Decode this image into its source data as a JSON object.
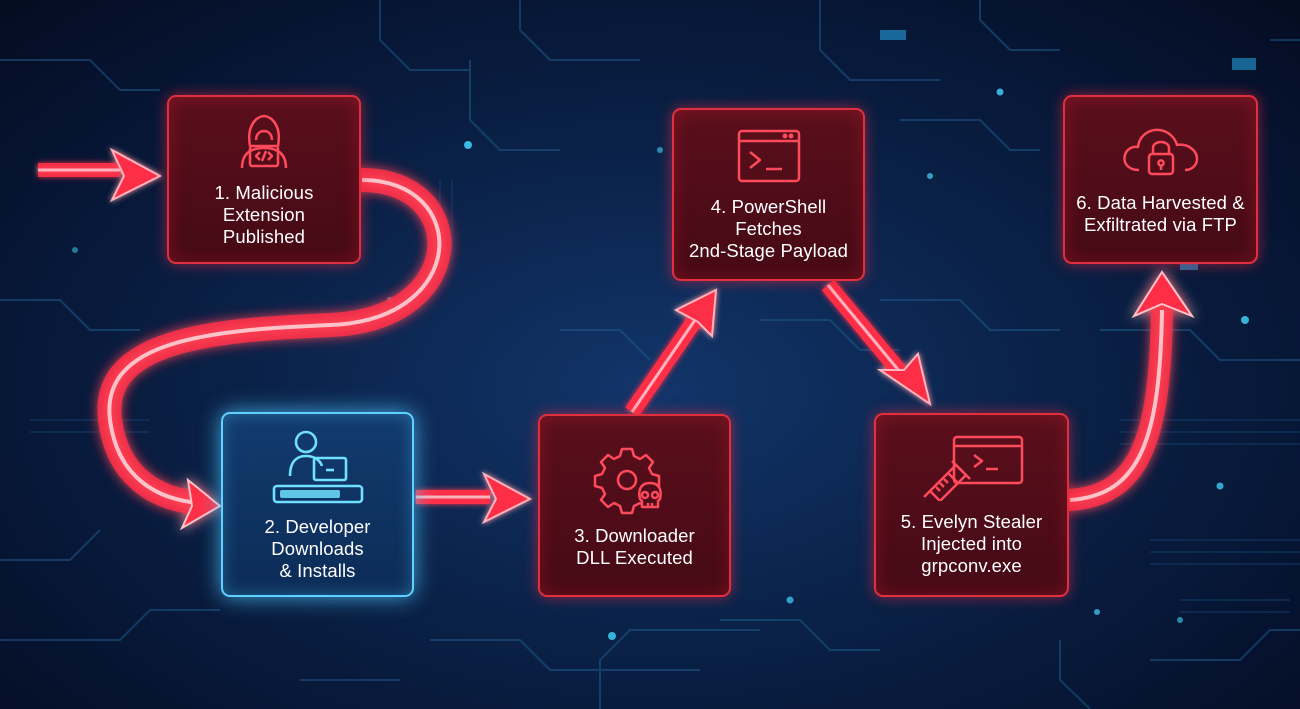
{
  "colors": {
    "background": "#0a2147",
    "circuit_trace": "#1d5a8a",
    "card_red_fill": "#4f0d19",
    "card_red_border": "#e0303f",
    "card_blue_fill": "#0f3463",
    "card_blue_border": "#5fd1ff",
    "arrow_red": "#ff2d46",
    "label_text": "#ffffff"
  },
  "steps": [
    {
      "label": "1. Malicious\nExtension\nPublished",
      "icon": "hooded-hacker-laptop-icon",
      "style": "red"
    },
    {
      "label": "2. Developer\nDownloads\n& Installs",
      "icon": "developer-laptop-icon",
      "style": "blue"
    },
    {
      "label": "3. Downloader\nDLL Executed",
      "icon": "gear-skull-icon",
      "style": "red"
    },
    {
      "label": "4. PowerShell\nFetches\n2nd-Stage Payload",
      "icon": "terminal-window-icon",
      "style": "red"
    },
    {
      "label": "5. Evelyn Stealer\nInjected into\ngrpconv.exe",
      "icon": "syringe-terminal-icon",
      "style": "red"
    },
    {
      "label": "6. Data Harvested &\nExfiltrated via FTP",
      "icon": "cloud-lock-icon",
      "style": "red"
    }
  ]
}
